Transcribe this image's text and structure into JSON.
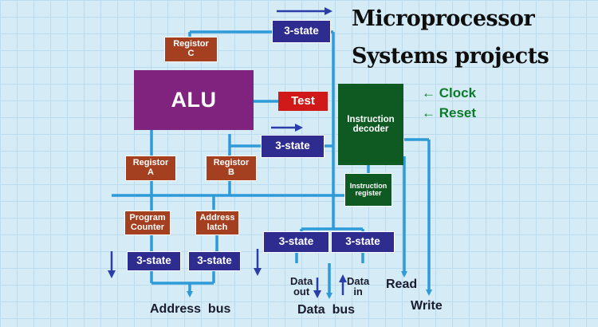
{
  "title": {
    "line1": "Microprocessor",
    "line2": "Systems projects"
  },
  "blocks": {
    "reg_c": "Registor\nC",
    "alu": "ALU",
    "test": "Test",
    "ts_top": "3-state",
    "ts_mid": "3-state",
    "decoder": "Instruction\ndecoder",
    "ireg": "Instruction\nregister",
    "reg_a": "Registor\nA",
    "reg_b": "Registor\nB",
    "pc": "Program\nCounter",
    "addr_latch": "Address\nlatch",
    "ts_addr1": "3-state",
    "ts_addr2": "3-state",
    "ts_data_out": "3-state",
    "ts_data_in": "3-state"
  },
  "signals": {
    "clock": "Clock",
    "reset": "Reset",
    "arrow": "←"
  },
  "labels": {
    "data_out": "Data\nout",
    "data_in": "Data\nin",
    "read": "Read",
    "write": "Write",
    "address_bus": "Address  bus",
    "data_bus": "Data  bus"
  },
  "colors": {
    "wire": "#2e9ad8",
    "arrow": "#2b3da8"
  }
}
